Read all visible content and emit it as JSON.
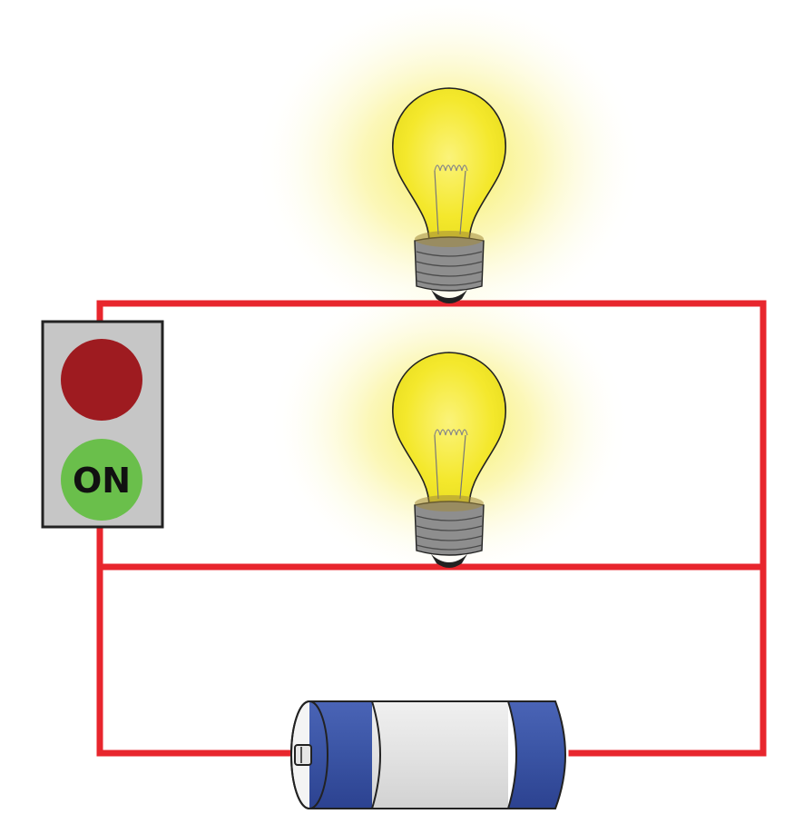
{
  "switch": {
    "state_label": "ON",
    "state": "on"
  },
  "bulbs": [
    {
      "position": "top",
      "lit": true
    },
    {
      "position": "middle",
      "lit": true
    }
  ],
  "colors": {
    "wire": "#e8262d",
    "switch_body": "#c6c6c6",
    "switch_off_light": "#9e1b20",
    "switch_on_light": "#6abf4b",
    "bulb_glass": "#f5ec3a",
    "bulb_glow": "#fbf6a0",
    "bulb_base": "#8e8e8e",
    "battery_cap": "#3a54a4",
    "battery_body": "#e3e3e3"
  },
  "icons": [
    "light-bulb-icon",
    "battery-icon",
    "switch-icon"
  ]
}
